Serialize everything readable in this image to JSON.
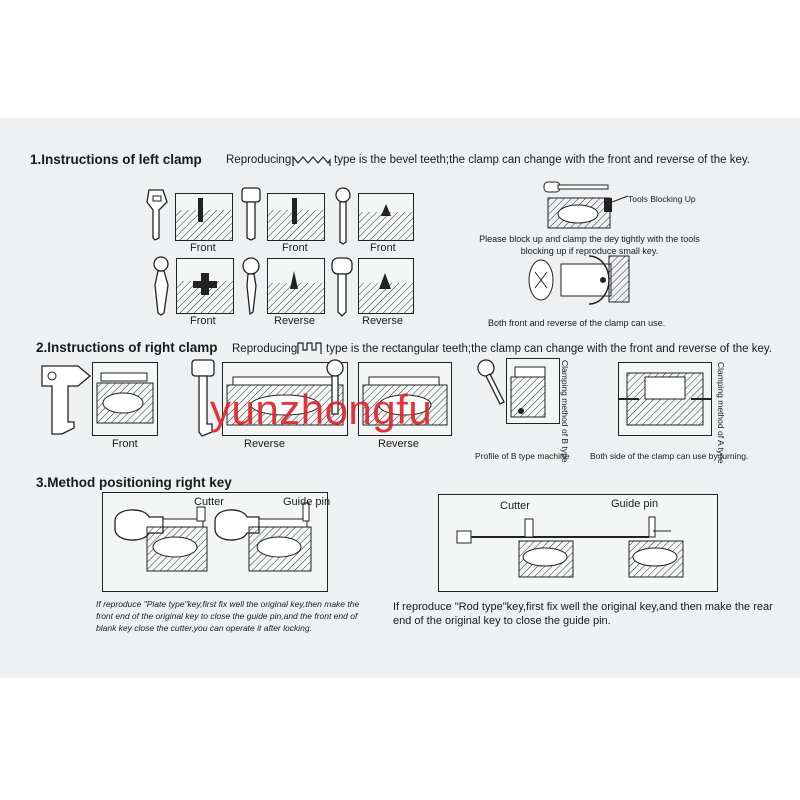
{
  "section1": {
    "title": "1.Instructions of left clamp",
    "desc_pre": "Reproducing",
    "desc_post": "type is the bevel teeth;the clamp can change with the front and reverse of the key.",
    "captions": [
      "Front",
      "Front",
      "Front",
      "Front",
      "Reverse",
      "Reverse"
    ],
    "tools_label": "Tools Blocking Up",
    "block_note": "Please block up and clamp the dey tightly with the tools blocking up if reproduce small key.",
    "both_note": "Both front and reverse of the clamp can use."
  },
  "section2": {
    "title": "2.Instructions of right clamp",
    "desc_pre": "Reproducing",
    "desc_post": "type is the rectangular teeth;the clamp can change with the front and reverse of the key.",
    "captions": [
      "Front",
      "Reverse",
      "Reverse"
    ],
    "side_label_b": "Clamping method of B type",
    "side_label_a": "Clamping method of A type",
    "profile_note": "Profile of B type machine",
    "turning_note": "Both side of the clamp can use by turning."
  },
  "section3": {
    "title": "3.Method positioning right key",
    "left": {
      "cutter": "Cutter",
      "guide": "Guide pin",
      "note": "If reproduce \"Plate type\"key,first fix well the original key,then make the front end of the original key to close the guide pin,and the front end of blank key close the cutter,you can operate it after locking."
    },
    "right": {
      "cutter": "Cutter",
      "guide": "Guide pin",
      "note": "If reproduce \"Rod type\"key,first fix well the original key,and then make the rear end of the original key to close the guide pin."
    }
  },
  "watermark": "yunzhongfu"
}
